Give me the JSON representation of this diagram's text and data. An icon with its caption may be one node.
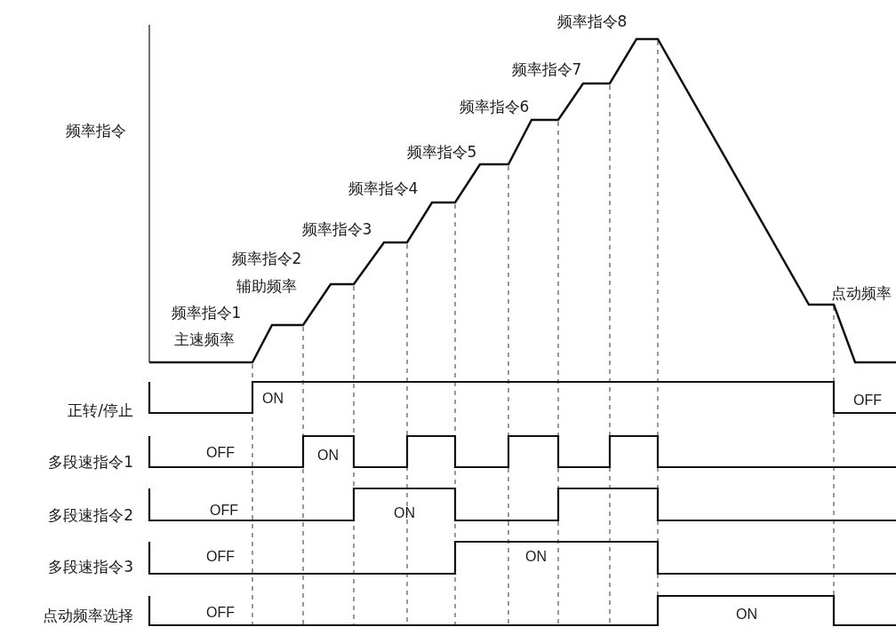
{
  "diagram": {
    "labels": [
      "频率指令8",
      "频率指令7",
      "频率指令6",
      "频率指令",
      "频率指令5",
      "频率指令4",
      "频率指令3",
      "频率指令2",
      "辅助频率",
      "点动频率",
      "频率指令1",
      "主速频率",
      "ON",
      "OFF",
      "正转/停止",
      "OFF",
      "ON",
      "多段速指令1",
      "OFF",
      "ON",
      "多段速指令2",
      "OFF",
      "ON",
      "多段速指令3",
      "OFF",
      "ON",
      "点动频率选择"
    ]
  }
}
